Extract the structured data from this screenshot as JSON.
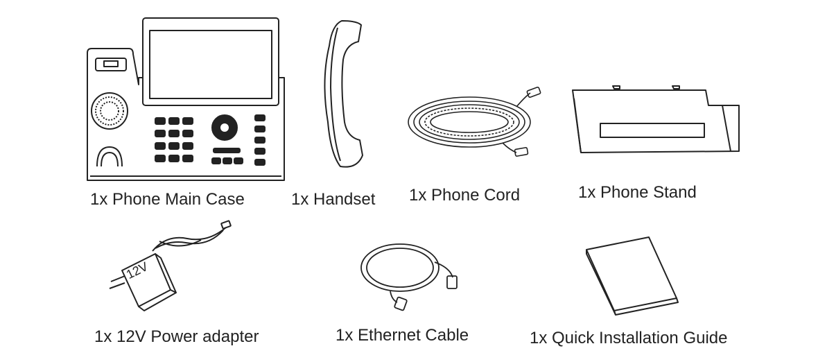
{
  "items": [
    {
      "id": "main_case",
      "label": "1x Phone Main Case",
      "icon": "phone-main-case-icon"
    },
    {
      "id": "handset",
      "label": "1x Handset",
      "icon": "handset-icon"
    },
    {
      "id": "cord",
      "label": "1x Phone Cord",
      "icon": "phone-cord-icon"
    },
    {
      "id": "stand",
      "label": "1x Phone Stand",
      "icon": "phone-stand-icon"
    },
    {
      "id": "adapter",
      "label": "1x 12V Power adapter",
      "icon": "power-adapter-icon",
      "plug_text": "12V"
    },
    {
      "id": "ethernet",
      "label": "1x Ethernet Cable",
      "icon": "ethernet-cable-icon"
    },
    {
      "id": "guide",
      "label": "1x Quick Installation Guide",
      "icon": "quick-guide-icon"
    }
  ]
}
